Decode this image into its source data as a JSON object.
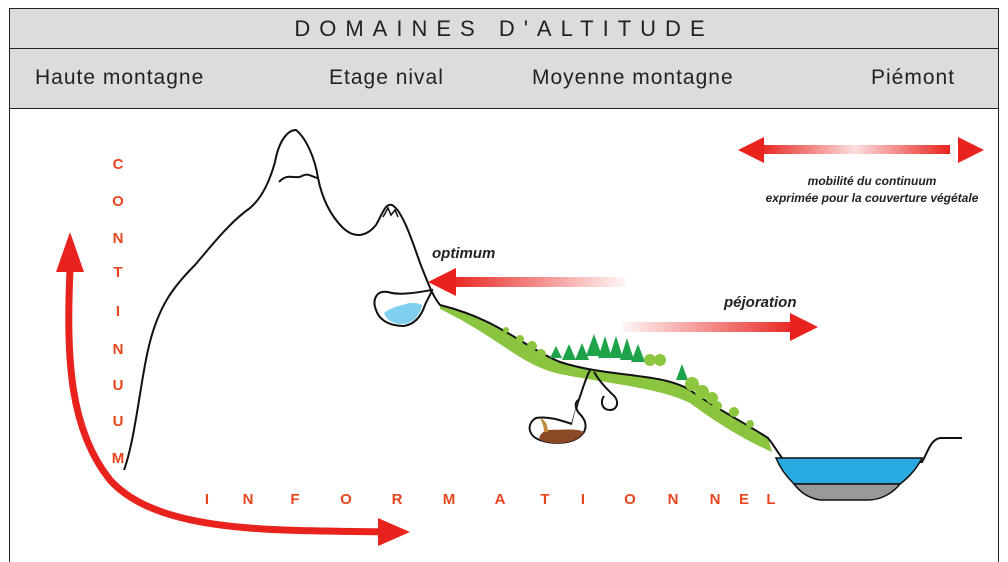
{
  "header": {
    "title": "DOMAINES D'ALTITUDE",
    "domains": [
      "Haute montagne",
      "Etage nival",
      "Moyenne montagne",
      "Piémont"
    ]
  },
  "labels": {
    "optimum": "optimum",
    "pejoration": "péjoration",
    "legend_line1": "mobilité du continuum",
    "legend_line2": "exprimée pour la couverture végétale"
  },
  "axes": {
    "vertical_letters": [
      "C",
      "O",
      "N",
      "T",
      "I",
      "N",
      "U",
      "U",
      "M"
    ],
    "horizontal_letters": [
      "I",
      "N",
      "F",
      "O",
      "R",
      "M",
      "A",
      "T",
      "I",
      "O",
      "N",
      "N",
      "E",
      "L"
    ]
  },
  "colors": {
    "red_arrow": "#e8231e",
    "axis_text": "#e8461e",
    "header_bg": "#dcdcdc",
    "slope_green": "#8bc53f",
    "conifer": "#1fa34a",
    "deciduous": "#8dc63f",
    "lake_water": "#29abe2",
    "lake_sediment": "#999999",
    "cave_soil": "#8b4a25"
  }
}
